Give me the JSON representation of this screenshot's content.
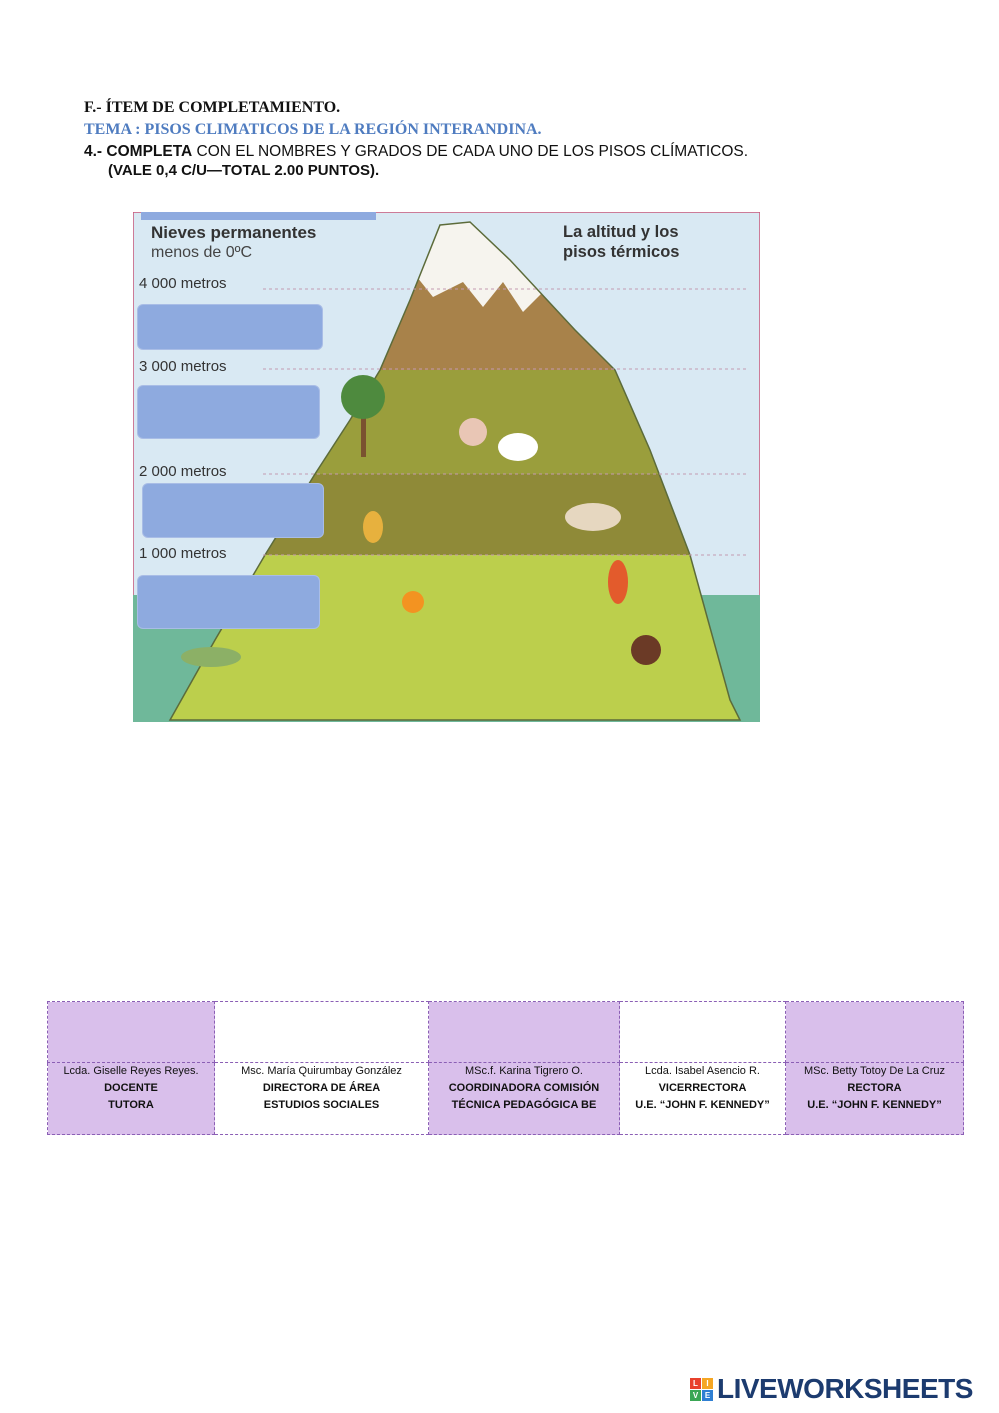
{
  "header": {
    "section": "F.- ÍTEM DE COMPLETAMIENTO.",
    "topic": "TEMA : PISOS CLIMATICOS DE LA REGIÓN INTERANDINA.",
    "instruction_num": "4.- ",
    "instruction_bold": "COMPLETA",
    "instruction_rest": " CON EL NOMBRES Y GRADOS  DE CADA UNO DE LOS PISOS CLÍMATICOS.",
    "score": "(VALE 0,4 C/U—TOTAL 2.00 PUNTOS)."
  },
  "figure": {
    "snow_title": "Nieves permanentes",
    "snow_temp": "menos de 0ºC",
    "title_line1": "La altitud y los",
    "title_line2": "pisos térmicos",
    "altitudes": [
      "4 000 metros",
      "3 000 metros",
      "2 000 metros",
      "1 000 metros"
    ],
    "answers": [
      "",
      "",
      "",
      ""
    ]
  },
  "signatures": [
    {
      "name": "Lcda. Giselle Reyes Reyes.",
      "role1": "DOCENTE",
      "role2": "TUTORA"
    },
    {
      "name": "Msc. María Quirumbay  González",
      "role1": "DIRECTORA DE ÁREA",
      "role2": "ESTUDIOS SOCIALES"
    },
    {
      "name": "MSc.f. Karina Tigrero O.",
      "role1": "COORDINADORA COMISIÓN",
      "role2": "TÉCNICA PEDAGÓGICA BE"
    },
    {
      "name": "Lcda. Isabel Asencio R.",
      "role1": "VICERRECTORA",
      "role2": "U.E. “JOHN F. KENNEDY”"
    },
    {
      "name": "MSc. Betty Totoy De La Cruz",
      "role1": "RECTORA",
      "role2": "U.E. “JOHN F. KENNEDY”"
    }
  ],
  "logo": {
    "text": "LIVEWORKSHEETS",
    "mark": [
      "L",
      "I",
      "V",
      "E"
    ]
  }
}
